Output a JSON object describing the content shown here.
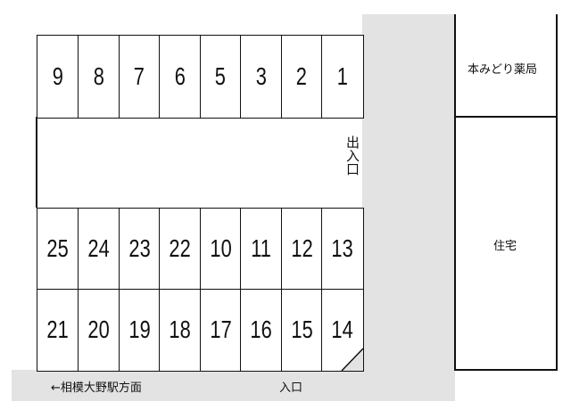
{
  "top_row": [
    "9",
    "8",
    "7",
    "6",
    "5",
    "3",
    "2",
    "1"
  ],
  "middle_row": [
    "25",
    "24",
    "23",
    "22",
    "10",
    "11",
    "12",
    "13"
  ],
  "bottom_row": [
    "21",
    "20",
    "19",
    "18",
    "17",
    "16",
    "15",
    "14"
  ],
  "labels": {
    "exit_entrance": "出入口",
    "pharmacy": "本みどり薬局",
    "residence": "住宅",
    "direction": "←相模大野駅方面",
    "entrance": "入口"
  },
  "colors": {
    "road": "#e3e3e3",
    "line": "#111111"
  }
}
